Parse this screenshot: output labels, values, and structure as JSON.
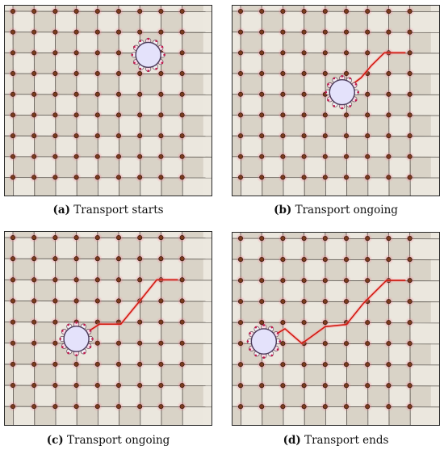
{
  "figure": {
    "panels": [
      {
        "id": "a",
        "tag": "(a)",
        "text": "Transport starts",
        "robot_col": 6.4,
        "robot_row": 2.1,
        "path": []
      },
      {
        "id": "b",
        "tag": "(b)",
        "text": "Transport ongoing",
        "robot_col": 4.8,
        "robot_row": 3.9,
        "path": [
          [
            7.8,
            2.0
          ],
          [
            6.8,
            2.0
          ],
          [
            6.2,
            2.6
          ],
          [
            5.7,
            3.2
          ],
          [
            4.8,
            3.9
          ]
        ]
      },
      {
        "id": "c",
        "tag": "(c)",
        "text": "Transport ongoing",
        "robot_col": 3.0,
        "robot_row": 4.8,
        "path": [
          [
            7.8,
            2.0
          ],
          [
            6.8,
            2.0
          ],
          [
            6.0,
            3.0
          ],
          [
            5.1,
            4.1
          ],
          [
            4.1,
            4.1
          ],
          [
            3.0,
            4.8
          ]
        ]
      },
      {
        "id": "d",
        "tag": "(d)",
        "text": "Transport ends",
        "robot_col": 1.1,
        "robot_row": 4.9,
        "path": [
          [
            7.8,
            2.0
          ],
          [
            6.9,
            2.0
          ],
          [
            5.8,
            3.1
          ],
          [
            5.0,
            4.1
          ],
          [
            4.0,
            4.2
          ],
          [
            2.9,
            5.0
          ],
          [
            2.1,
            4.3
          ],
          [
            1.1,
            4.9
          ]
        ]
      }
    ]
  },
  "colors": {
    "tile_light": "#ebe7de",
    "tile_dark": "#d9d3c7",
    "grid_line": "#3b3530",
    "node_fill": "#7a3a1e",
    "node_glow": "#ff5a7a",
    "path": "#d01a10",
    "robot_fill": "#e4e2fb",
    "robot_edge": "#4b3a5a"
  }
}
